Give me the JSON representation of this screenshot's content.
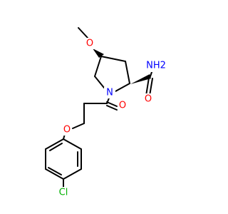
{
  "colors": {
    "background": "#ffffff",
    "bond": "#000000",
    "oxygen": "#ff0000",
    "nitrogen": "#0000ff",
    "chlorine": "#00b000"
  },
  "labels": {
    "methoxy_o": "O",
    "ring_n": "N",
    "amide_nh2": "NH2",
    "amide_o": "O",
    "ketone_o": "O",
    "ether_o": "O",
    "chlorine": "Cl"
  }
}
